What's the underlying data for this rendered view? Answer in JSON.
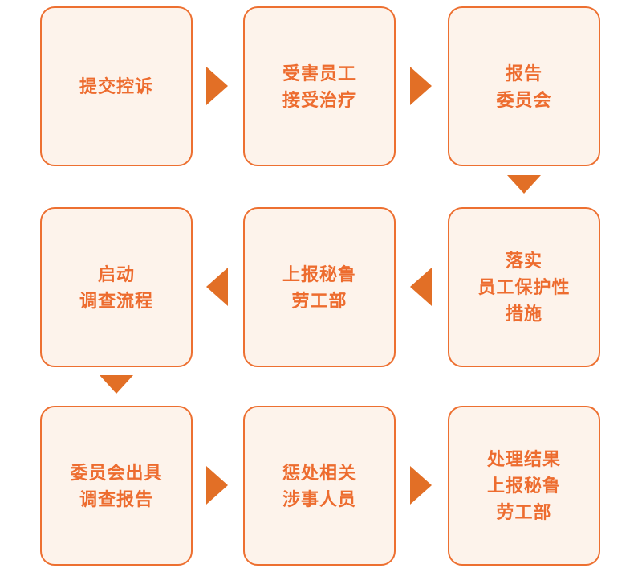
{
  "flowchart": {
    "type": "process-flow",
    "colors": {
      "box_border": "#ED7031",
      "box_fill": "#FDF3EB",
      "label_text": "#ED6C2F",
      "arrow": "#E26F26",
      "background": "#FFFFFF"
    },
    "steps": [
      {
        "id": 1,
        "label": "提交控诉"
      },
      {
        "id": 2,
        "label": "受害员工\n接受治疗"
      },
      {
        "id": 3,
        "label": "报告\n委员会"
      },
      {
        "id": 4,
        "label": "落实\n员工保护性\n措施"
      },
      {
        "id": 5,
        "label": "上报秘鲁\n劳工部"
      },
      {
        "id": 6,
        "label": "启动\n调查流程"
      },
      {
        "id": 7,
        "label": "委员会出具\n调查报告"
      },
      {
        "id": 8,
        "label": "惩处相关\n涉事人员"
      },
      {
        "id": 9,
        "label": "处理结果\n上报秘鲁\n劳工部"
      }
    ],
    "connections": [
      {
        "from": 1,
        "to": 2,
        "direction": "right"
      },
      {
        "from": 2,
        "to": 3,
        "direction": "right"
      },
      {
        "from": 3,
        "to": 4,
        "direction": "down"
      },
      {
        "from": 4,
        "to": 5,
        "direction": "left"
      },
      {
        "from": 5,
        "to": 6,
        "direction": "left"
      },
      {
        "from": 6,
        "to": 7,
        "direction": "down"
      },
      {
        "from": 7,
        "to": 8,
        "direction": "right"
      },
      {
        "from": 8,
        "to": 9,
        "direction": "right"
      }
    ]
  }
}
